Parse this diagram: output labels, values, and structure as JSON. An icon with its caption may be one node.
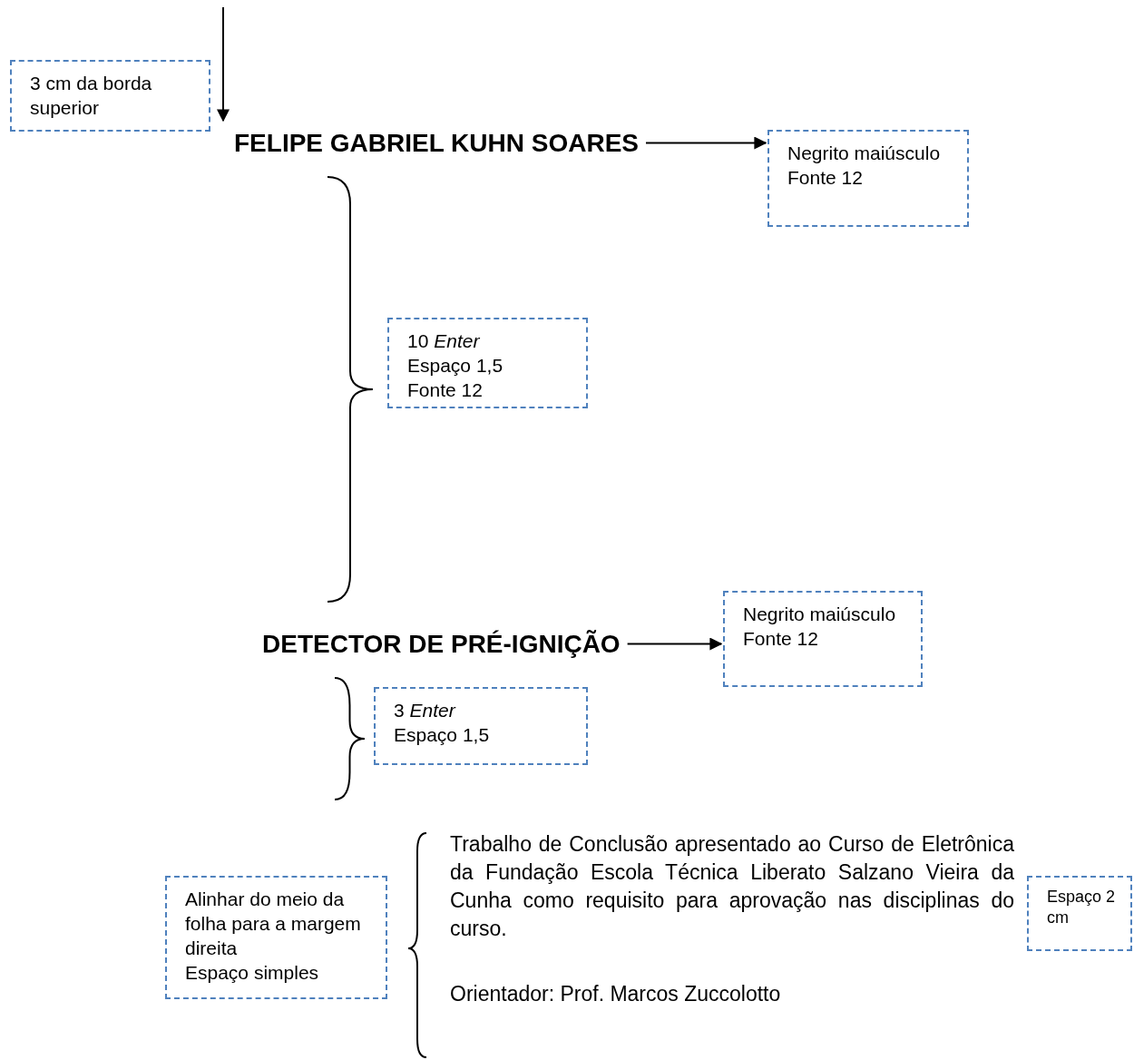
{
  "diagram": {
    "nodes": [
      {
        "text": [
          "3 cm da borda superior"
        ]
      },
      {
        "text": [
          "FELIPE GABRIEL KUHN SOARES"
        ]
      },
      {
        "text": [
          "Negrito maiúsculo",
          "Fonte 12"
        ]
      },
      {
        "text": [
          "10 *Enter*",
          "Espaço 1,5",
          "Fonte 12"
        ]
      },
      {
        "text": [
          "DETECTOR DE PRÉ-IGNIÇÃO"
        ]
      },
      {
        "text": [
          "Negrito maiúsculo",
          "Fonte 12"
        ]
      },
      {
        "text": [
          "3 *Enter*",
          "Espaço 1,5"
        ]
      },
      {
        "text": [
          "Alinhar do meio da folha para a margem direita",
          "Espaço simples"
        ]
      },
      {
        "text": [
          "Espaço 2 cm"
        ]
      }
    ],
    "edges": [
      {
        "from": 1,
        "to": 2,
        "arrow": "to"
      },
      {
        "from": 4,
        "to": 5,
        "arrow": "to"
      }
    ],
    "labels": [
      "Trabalho de Conclusão apresentado ao Curso de Eletrônica da Fundação Escola Técnica Liberato Salzano Vieira da Cunha como requisito para aprovação nas disciplinas do curso.",
      "Orientador: Prof. Marcos Zuccolotto"
    ]
  }
}
